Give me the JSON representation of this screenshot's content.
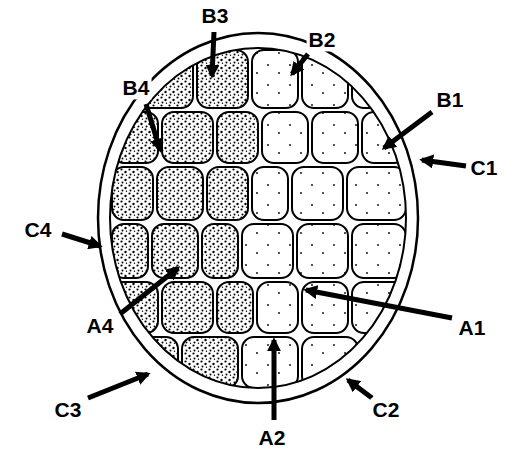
{
  "diagram": {
    "labels": [
      "B3",
      "B2",
      "B4",
      "B1",
      "C1",
      "C4",
      "A4",
      "A1",
      "C3",
      "A2",
      "C2"
    ]
  }
}
